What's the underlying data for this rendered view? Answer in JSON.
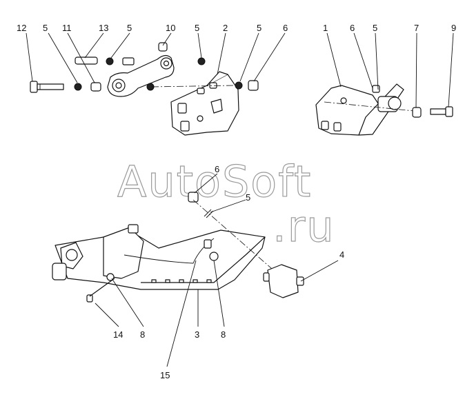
{
  "watermark": {
    "line1": "AutoSoft",
    "line2": ".ru"
  },
  "callouts": {
    "c12": "12",
    "c5a": "5",
    "c11": "11",
    "c13": "13",
    "c5b": "5",
    "c10": "10",
    "c5c": "5",
    "c2": "2",
    "c5d": "5",
    "c6a": "6",
    "c1": "1",
    "c6b": "6",
    "c5e": "5",
    "c7": "7",
    "c9": "9",
    "c6c": "6",
    "c5f": "5",
    "c4": "4",
    "c14": "14",
    "c8a": "8",
    "c3": "3",
    "c8b": "8",
    "c15": "15"
  }
}
